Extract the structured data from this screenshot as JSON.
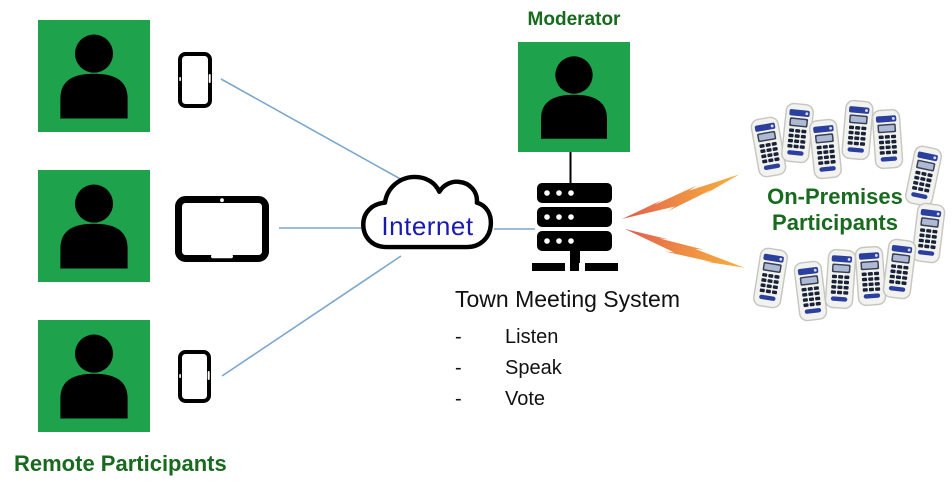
{
  "diagram_title": "Town Meeting System architecture diagram",
  "remote": {
    "label": "Remote Participants",
    "participants": [
      {
        "avatar": "person-icon",
        "device": "smartphone"
      },
      {
        "avatar": "person-icon",
        "device": "tablet"
      },
      {
        "avatar": "person-icon",
        "device": "smartphone"
      }
    ]
  },
  "moderator": {
    "label": "Moderator",
    "avatar": "person-icon"
  },
  "internet": {
    "label": "Internet",
    "icon": "cloud-icon"
  },
  "system": {
    "title": "Town Meeting System",
    "icon": "server-stack-icon",
    "dash": "-",
    "capabilities": [
      "Listen",
      "Speak",
      "Vote"
    ]
  },
  "on_premises": {
    "label_line1": "On-Premises",
    "label_line2": "Participants",
    "device_count": 12,
    "device_type": "audience-response-keypad",
    "link_icon": "lightning-bolt-icon"
  },
  "colors": {
    "participant_green": "#1FA24C",
    "label_green": "#176A1E",
    "internet_blue": "#1A1AB0",
    "connection_line_blue": "#7CA7CD",
    "bolt_red": "#E15B50",
    "bolt_orange": "#F6B13C",
    "icon_black": "#000000",
    "keypad_blue": "#2B3F9E"
  }
}
